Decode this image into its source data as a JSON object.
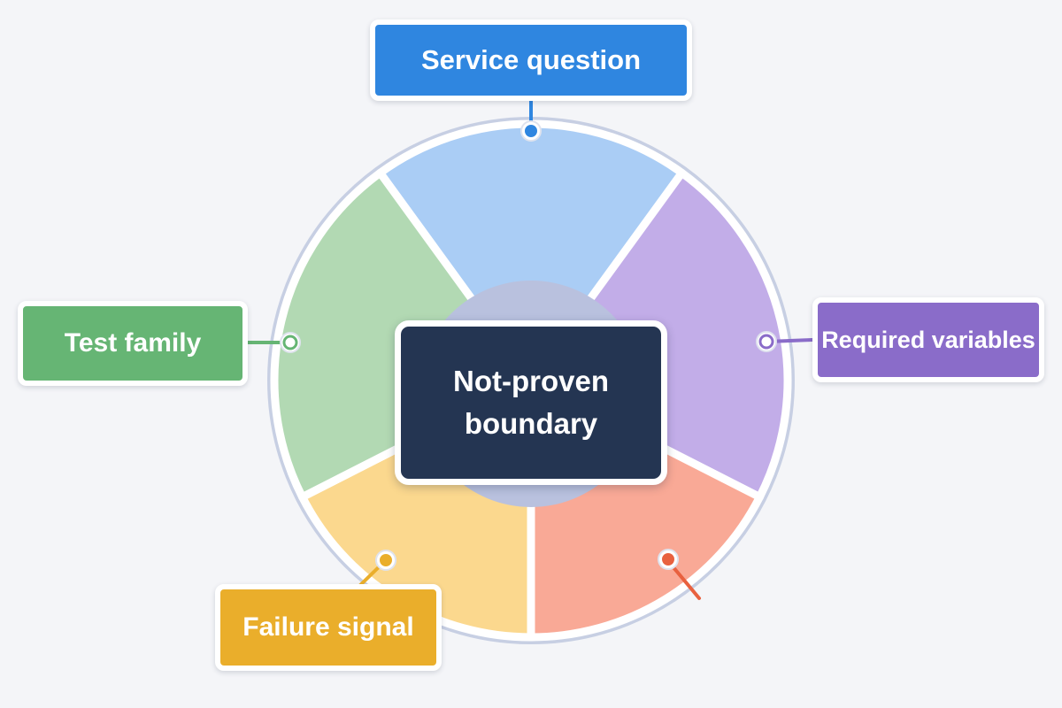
{
  "diagram": {
    "center": {
      "line1": "Not-proven",
      "line2": "boundary"
    },
    "segments": [
      {
        "id": "service-question",
        "label": "Service question",
        "fill": "#aacdf5",
        "accent": "#2f86e0"
      },
      {
        "id": "required-variables",
        "label": "Required variables",
        "fill": "#c2ade8",
        "accent": "#8a6cc9"
      },
      {
        "id": "red-segment",
        "label": "",
        "fill": "#f9a996",
        "accent": "#e8613f"
      },
      {
        "id": "failure-signal",
        "label": "Failure signal",
        "fill": "#fbd88e",
        "accent": "#eaae2b"
      },
      {
        "id": "test-family",
        "label": "Test family",
        "fill": "#b2d9b3",
        "accent": "#66b574"
      }
    ],
    "hub_fill": "#b9c1de",
    "outline": "#c7cfe3",
    "background": "#f4f5f8"
  }
}
